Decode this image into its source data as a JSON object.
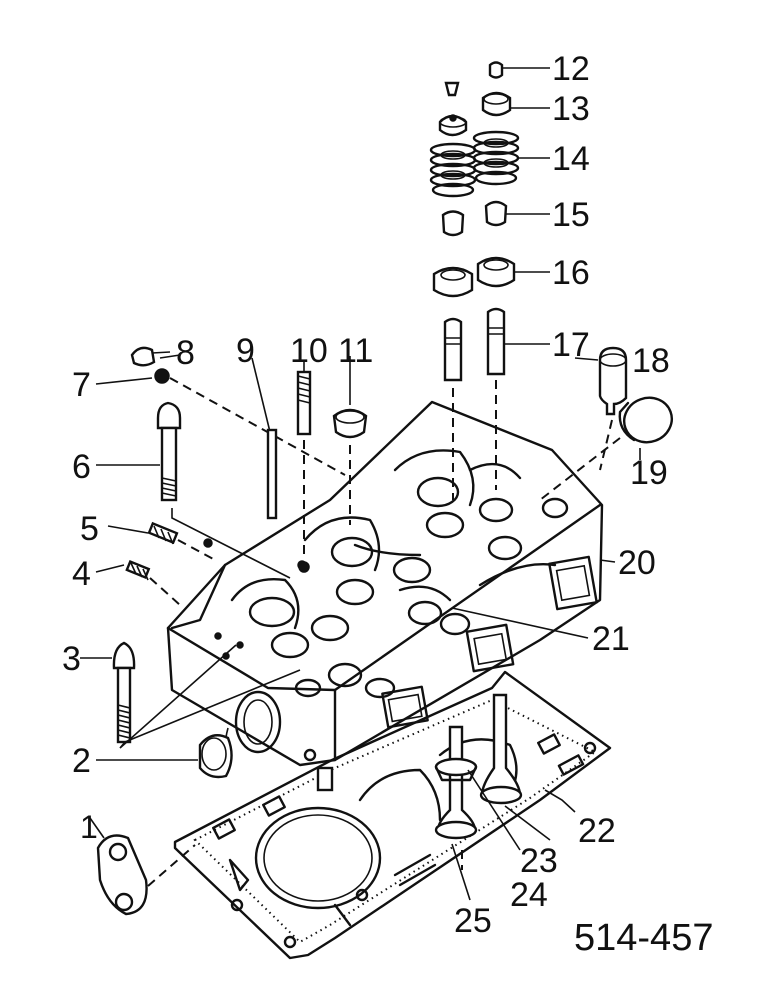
{
  "diagram": {
    "reference_number": "514-457",
    "callouts": [
      "1",
      "2",
      "3",
      "4",
      "5",
      "6",
      "7",
      "8",
      "9",
      "10",
      "11",
      "12",
      "13",
      "14",
      "15",
      "16",
      "17",
      "18",
      "19",
      "20",
      "21",
      "22",
      "23",
      "24",
      "25"
    ]
  }
}
